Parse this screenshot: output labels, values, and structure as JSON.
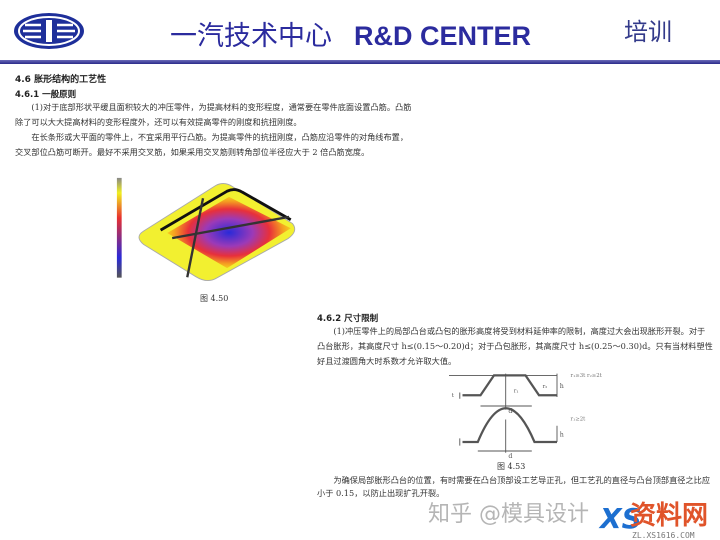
{
  "header": {
    "title_cn": "一汽技术中心",
    "title_en": "R&D CENTER",
    "section": "培训",
    "logo": "faw-logo",
    "accent": "#2b2b9e"
  },
  "doc": {
    "section_heading": "4.6 胀形结构的工艺性",
    "sub1_heading": "4.6.1 一般原则",
    "sub1_p1": "(1)对于底部形状平缓且面积较大的冲压零件，为提高材料的变形程度，通常要在零件底面设置凸筋。凸筋除了可以大大提高材料的变形程度外，还可以有效提高零件的刚度和抗扭刚度。",
    "sub1_p2": "在长条形或大平面的零件上，不宜采用平行凸筋。为提高零件的抗扭刚度，凸筋应沿零件的对角线布置，交叉部位凸筋可断开。最好不采用交叉筋，如果采用交叉筋则转角部位半径应大于 2 倍凸筋宽度。",
    "fig1_caption": "图 4.50",
    "sub2_heading": "4.6.2 尺寸限制",
    "sub2_p1": "(1)冲压零件上的局部凸台或凸包的胀形高度将受到材料延伸率的限制，高度过大会出现胀形开裂。对于凸台胀形，其高度尺寸 h≤(0.15～0.20)d；对于凸包胀形，其高度尺寸 h≤(0.25～0.30)d。只有当材料塑性好且过渡圆角大时系数才允许取大值。",
    "fig2_caption": "图 4.53",
    "sub2_p2": "为确保局部胀形凸台的位置，有时需要在凸台顶部设工艺导正孔，但工艺孔的直径与凸台顶部直径之比应小于 0.15，以防止出现扩孔开裂。",
    "fig2_labels": {
      "d": "d",
      "h": "h",
      "r1": "r₁",
      "r2": "r₂",
      "t": "t",
      "note1": "r₁≥3t  r₂≥2t",
      "note2": "r₁≥2t"
    }
  },
  "watermark": {
    "zhihu": "知乎 @模具设计",
    "site_cn": "资料网",
    "site_url": "ZL.XS1616.COM",
    "site_logo": "XS"
  }
}
